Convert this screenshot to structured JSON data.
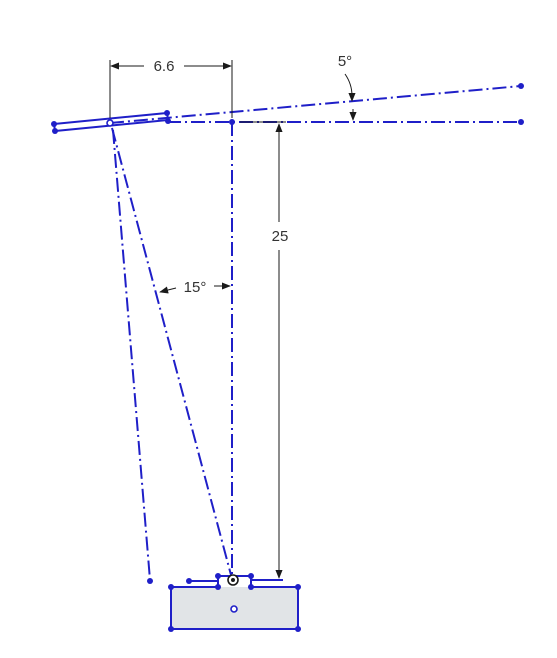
{
  "colors": {
    "geometry": "#1f1fc8",
    "dimension": "#1a1a1a",
    "dimension_text": "#333333",
    "face_fill": "#e1e4e7",
    "background": "#ffffff"
  },
  "dimensions": {
    "horizontal_offset": "6.6",
    "vertical_height": "25",
    "boom_angle": "5°",
    "cable_angle": "15°"
  }
}
